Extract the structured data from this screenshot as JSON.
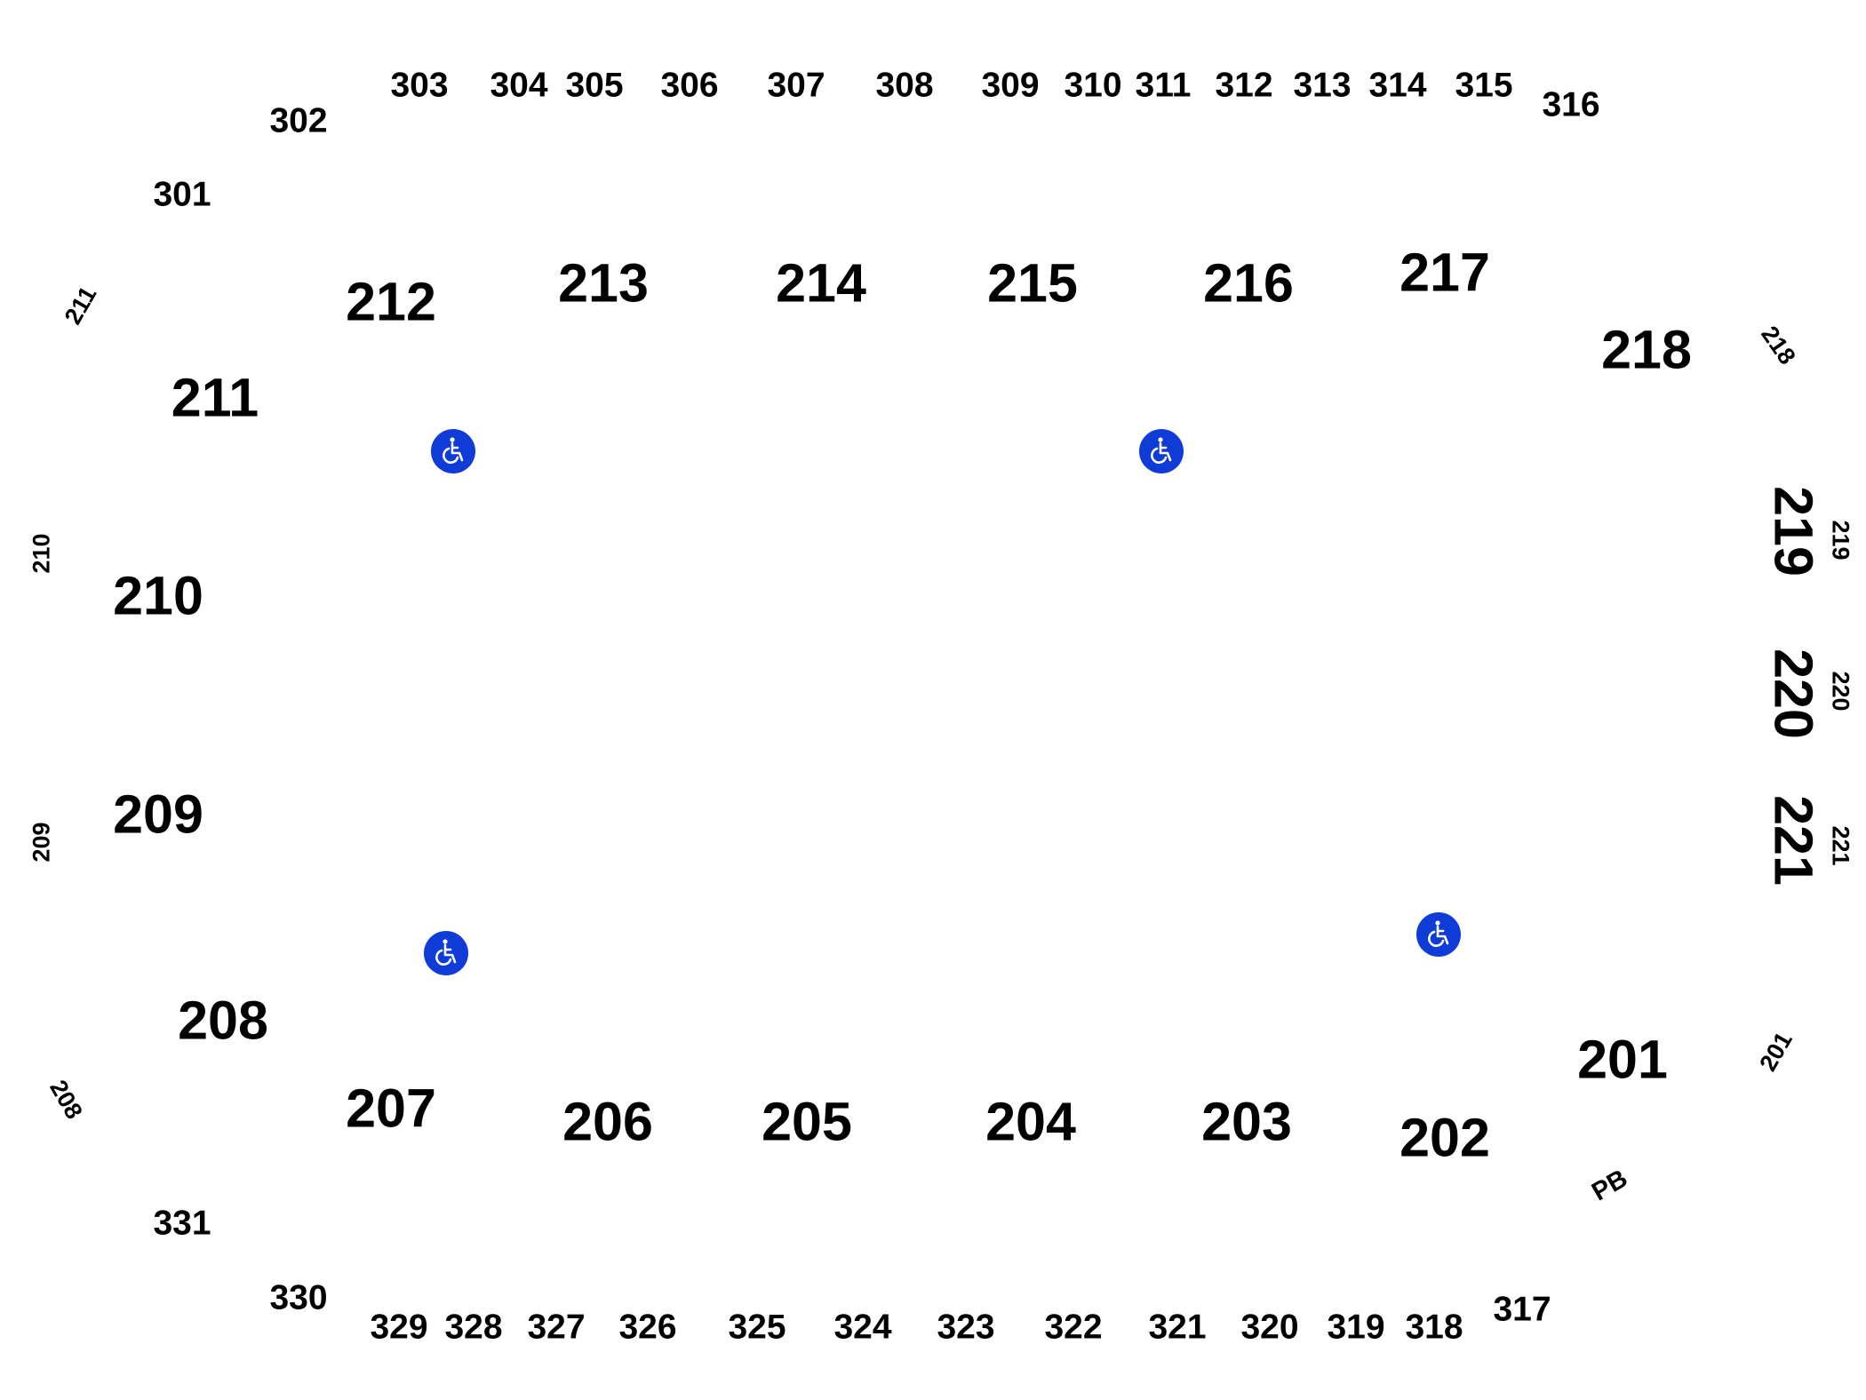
{
  "upper_level": {
    "top_row": [
      "301",
      "302",
      "303",
      "304",
      "305",
      "306",
      "307",
      "308",
      "309",
      "310",
      "311",
      "312",
      "313",
      "314",
      "315",
      "316"
    ],
    "bottom_row": [
      "317",
      "318",
      "319",
      "320",
      "321",
      "322",
      "323",
      "324",
      "325",
      "326",
      "327",
      "328",
      "329",
      "330",
      "331"
    ]
  },
  "lower_level": {
    "top_arc": [
      "211",
      "212",
      "213",
      "214",
      "215",
      "216",
      "217",
      "218"
    ],
    "left_side": [
      "210",
      "209",
      "208"
    ],
    "bottom_arc": [
      "207",
      "206",
      "205",
      "204",
      "203",
      "202",
      "201"
    ],
    "right_side": [
      "219",
      "220",
      "221"
    ]
  },
  "edge_markers": {
    "m211": "211",
    "m210": "210",
    "m209": "209",
    "m208": "208",
    "m218": "218",
    "m219": "219",
    "m220": "220",
    "m221": "221",
    "m201": "201"
  },
  "press_box": "PB",
  "accessible_seating": {
    "icon": "wheelchair-icon",
    "color": "#0f3bd6",
    "count": 4
  }
}
